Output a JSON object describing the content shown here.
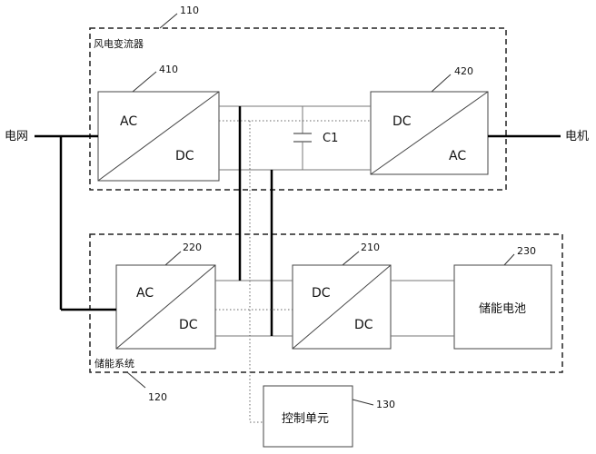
{
  "labels": {
    "grid": "电网",
    "motor": "电机",
    "wind_converter": "风电变流器",
    "storage_system": "储能系统",
    "control_unit": "控制单元",
    "battery": "储能电池",
    "capacitor": "C1"
  },
  "refs": {
    "r110": "110",
    "r120": "120",
    "r130": "130",
    "r210": "210",
    "r220": "220",
    "r230": "230",
    "r410": "410",
    "r420": "420"
  },
  "converters": {
    "c410": {
      "top": "AC",
      "bottom": "DC"
    },
    "c420": {
      "top": "DC",
      "bottom": "AC"
    },
    "c220": {
      "top": "AC",
      "bottom": "DC"
    },
    "c210": {
      "top": "DC",
      "bottom": "DC"
    }
  }
}
